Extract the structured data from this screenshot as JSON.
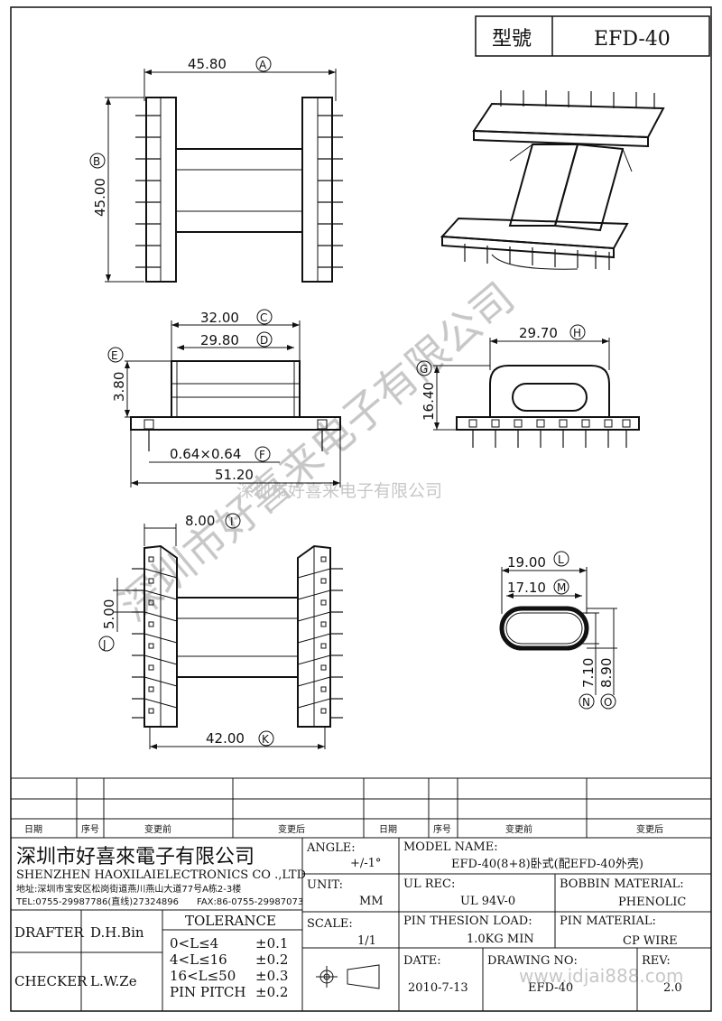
{
  "header": {
    "model_label": "型號",
    "model": "EFD-40"
  },
  "dimensions": {
    "A": {
      "value": "45.80",
      "tag": "A"
    },
    "B": {
      "value": "45.00",
      "tag": "B"
    },
    "C": {
      "value": "32.00",
      "tag": "C"
    },
    "D": {
      "value": "29.80",
      "tag": "D"
    },
    "E": {
      "value": "3.80",
      "tag": "E"
    },
    "F": {
      "value": "0.64×0.64",
      "tag": "F"
    },
    "overall": {
      "value": "51.20"
    },
    "G": {
      "value": "16.40",
      "tag": "G"
    },
    "H": {
      "value": "29.70",
      "tag": "H"
    },
    "I": {
      "value": "8.00",
      "tag": "I"
    },
    "J": {
      "value": "5.00",
      "tag": "J"
    },
    "K": {
      "value": "42.00",
      "tag": "K"
    },
    "L": {
      "value": "19.00",
      "tag": "L"
    },
    "M": {
      "value": "17.10",
      "tag": "M"
    },
    "N": {
      "value": "7.10",
      "tag": "N"
    },
    "O": {
      "value": "8.90",
      "tag": "O"
    }
  },
  "watermark": {
    "diagonal": "深圳市好喜来电子有限公司",
    "horizontal": "深圳市好喜来电子有限公司",
    "url": "www.jdjai888.com"
  },
  "revision_table": {
    "headers": [
      "日期",
      "序号",
      "变更前",
      "变更后",
      "日期",
      "序号",
      "变更前",
      "变更后"
    ]
  },
  "company": {
    "name_cn": "深圳市好喜來電子有限公司",
    "name_en": "SHENZHEN HAOXILAIELECTRONICS CO .,LTD",
    "address": "地址:深圳市宝安区松岗街道燕川燕山大道77号A栋2-3楼",
    "tel": "TEL:0755-29987786(直线)27324896",
    "fax": "FAX:86-0755-29987073"
  },
  "people": {
    "drafter_label": "DRAFTER",
    "drafter": "D.H.Bin",
    "checker_label": "CHECKER",
    "checker": "L.W.Ze"
  },
  "tolerance": {
    "title": "TOLERANCE",
    "rows": [
      {
        "range": "0<L≤4",
        "value": "±0.1"
      },
      {
        "range": "4<L≤16",
        "value": "±0.2"
      },
      {
        "range": "16<L≤50",
        "value": "±0.3"
      },
      {
        "range": "PIN PITCH",
        "value": "±0.2"
      }
    ]
  },
  "fields": {
    "angle_label": "ANGLE:",
    "angle": "+/-1°",
    "unit_label": "UNIT:",
    "unit": "MM",
    "scale_label": "SCALE:",
    "scale": "1/1",
    "model_name_label": "MODEL NAME:",
    "model_name": "EFD-40(8+8)卧式(配EFD-40外壳)",
    "ul_label": "UL REC:",
    "ul": "UL 94V-0",
    "bobbin_label": "BOBBIN MATERIAL:",
    "bobbin": "PHENOLIC",
    "load_label": "PIN THESION LOAD:",
    "load": "1.0KG MIN",
    "pin_mat_label": "PIN MATERIAL:",
    "pin_mat": "CP  WIRE",
    "date_label": "DATE:",
    "date": "2010-7-13",
    "drawing_label": "DRAWING NO:",
    "drawing": "EFD-40",
    "rev_label": "REV:",
    "rev": "2.0"
  }
}
